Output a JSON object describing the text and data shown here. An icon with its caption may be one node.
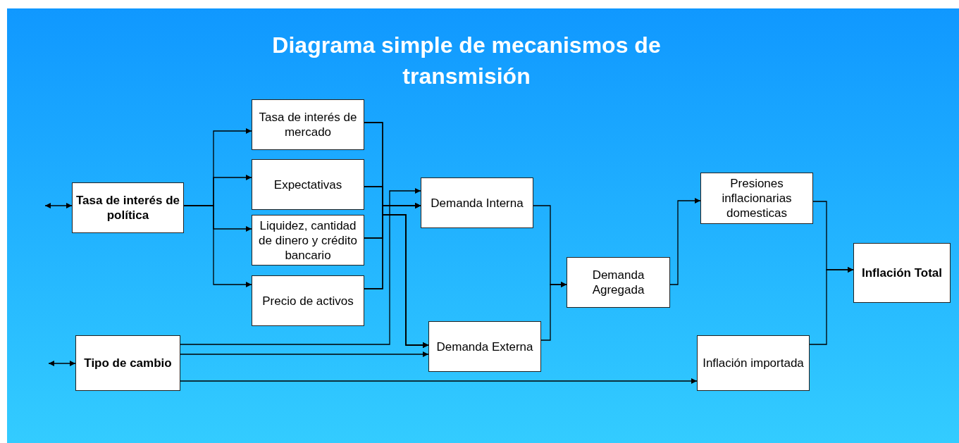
{
  "diagram": {
    "title": "Diagrama simple de mecanismos de transmisión",
    "nodes": [
      {
        "text": [
          "Tasa de interés de política"
        ]
      },
      {
        "text": [
          "Tasa de interés de mercado"
        ]
      },
      {
        "text": [
          "Expectativas"
        ]
      },
      {
        "text": [
          "Liquidez, cantidad de dinero y crédito bancario"
        ]
      },
      {
        "text": [
          "Precio de activos"
        ]
      },
      {
        "text": [
          "Tipo de cambio"
        ]
      },
      {
        "text": [
          "Demanda Interna"
        ]
      },
      {
        "text": [
          "Demanda Externa"
        ]
      },
      {
        "text": [
          "Demanda Agregada"
        ]
      },
      {
        "text": [
          "Presiones inflacionarias domesticas"
        ]
      },
      {
        "text": [
          "Inflación importada"
        ]
      },
      {
        "text": [
          "Inflación Total"
        ]
      }
    ],
    "edges": [
      {
        "from": null,
        "to": 0,
        "arrow": "both"
      },
      {
        "from": null,
        "to": 5,
        "arrow": "both"
      },
      {
        "from": 0,
        "to": 1,
        "arrow": "to"
      },
      {
        "from": 0,
        "to": 2,
        "arrow": "to"
      },
      {
        "from": 0,
        "to": 3,
        "arrow": "to"
      },
      {
        "from": 0,
        "to": 4,
        "arrow": "to"
      },
      {
        "from": 1,
        "to": 6,
        "arrow": "to"
      },
      {
        "from": 2,
        "to": 6,
        "arrow": "to"
      },
      {
        "from": 3,
        "to": 6,
        "arrow": "to"
      },
      {
        "from": 4,
        "to": 6,
        "arrow": "to"
      },
      {
        "from": 1,
        "to": 7,
        "arrow": "to"
      },
      {
        "from": 2,
        "to": 7,
        "arrow": "to"
      },
      {
        "from": 3,
        "to": 7,
        "arrow": "to"
      },
      {
        "from": 4,
        "to": 7,
        "arrow": "to"
      },
      {
        "from": 5,
        "to": 6,
        "arrow": "to"
      },
      {
        "from": 5,
        "to": 7,
        "arrow": "to"
      },
      {
        "from": 5,
        "to": 10,
        "arrow": "to"
      },
      {
        "from": 6,
        "to": 8,
        "arrow": "to"
      },
      {
        "from": 7,
        "to": 8,
        "arrow": "to"
      },
      {
        "from": 8,
        "to": 9,
        "arrow": "to"
      },
      {
        "from": 9,
        "to": 11,
        "arrow": "to"
      },
      {
        "from": 10,
        "to": 11,
        "arrow": "to"
      }
    ]
  }
}
